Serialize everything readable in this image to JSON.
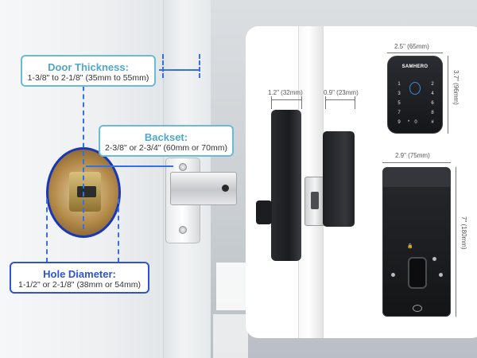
{
  "callouts": {
    "door_thickness": {
      "heading": "Door Thickness:",
      "detail": "1-3/8\" to 2-1/8\" (35mm to 55mm)"
    },
    "backset": {
      "heading": "Backset:",
      "detail": "2-3/8\" or 2-3/4\" (60mm or 70mm)"
    },
    "hole_diameter": {
      "heading": "Hole Diameter:",
      "detail": "1-1/2\" or 2-1/8\" (38mm or 54mm)"
    }
  },
  "dimensions": {
    "outer_depth": "1.2\" (32mm)",
    "inner_depth": "0.9\" (23mm)",
    "keypad_width": "2.5\" (65mm)",
    "keypad_height": "3.7\" (96mm)",
    "back_width": "2.9\" (75mm)",
    "back_height": "7\" (180mm)"
  },
  "keypad": {
    "brand": "SAMHERO",
    "keys": [
      "1",
      "2",
      "3",
      "4",
      "5",
      "6",
      "7",
      "8",
      "9",
      "*",
      "0",
      "#"
    ]
  },
  "colors": {
    "callout_light": "#6bbad6",
    "callout_blue": "#2f52d6",
    "guide_line": "#3a6fe0"
  },
  "icons": {
    "fingerprint": "fingerprint-icon",
    "lock": "lock-icon",
    "unlock": "unlock-icon"
  }
}
